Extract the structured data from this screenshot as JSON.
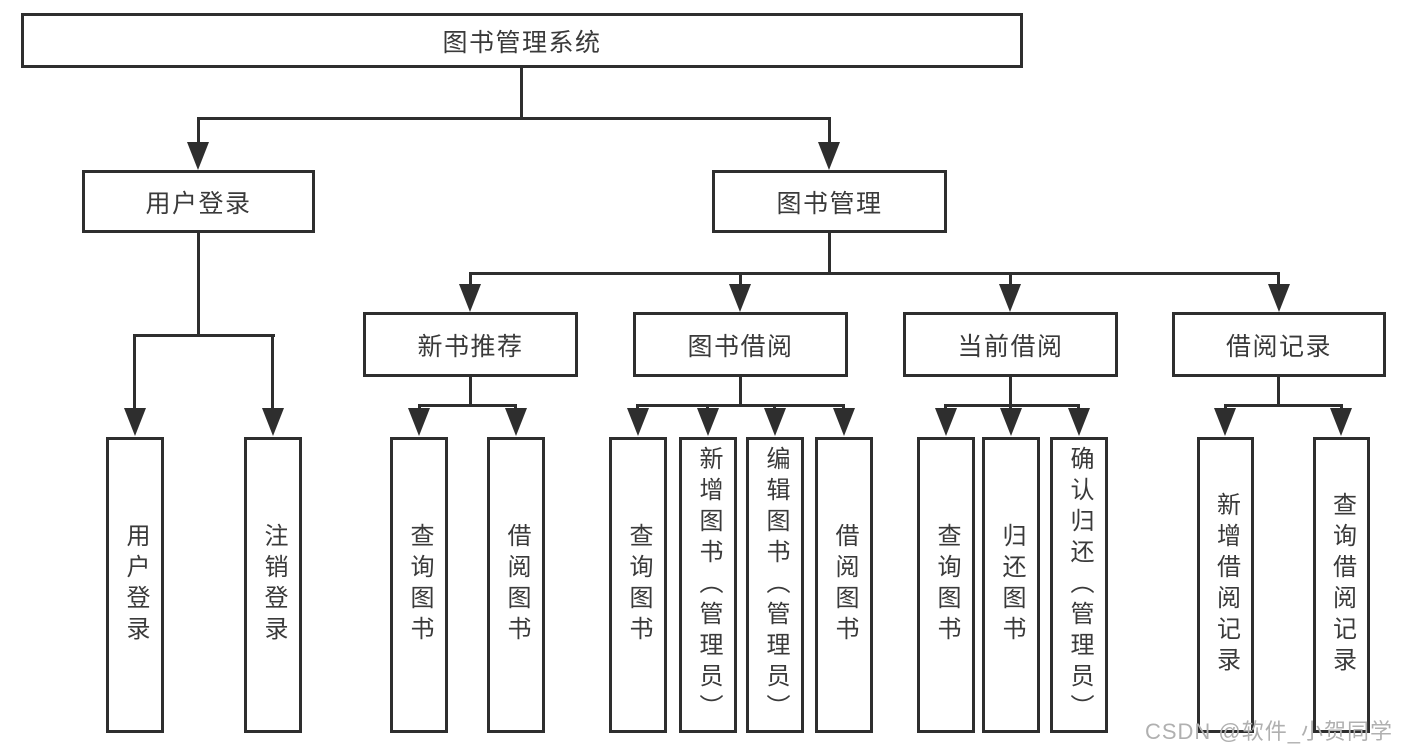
{
  "colors": {
    "line": "#2e2e2e",
    "node_border": "#2e2e2e",
    "node_text": "#3a3a3a",
    "background": "#ffffff",
    "watermark_text_color": "#b0b0b0"
  },
  "watermark": {
    "text": "CSDN @软件_小贺同学"
  },
  "tree": {
    "root": {
      "label": "图书管理系统",
      "children": [
        {
          "label": "用户登录",
          "children": [
            {
              "label": "用户登录"
            },
            {
              "label": "注销登录"
            }
          ]
        },
        {
          "label": "图书管理",
          "children": [
            {
              "label": "新书推荐",
              "children": [
                {
                  "label": "查询图书"
                },
                {
                  "label": "借阅图书"
                }
              ]
            },
            {
              "label": "图书借阅",
              "children": [
                {
                  "label": "查询图书"
                },
                {
                  "label": "新增图书（管理员）"
                },
                {
                  "label": "编辑图书（管理员）"
                },
                {
                  "label": "借阅图书"
                }
              ]
            },
            {
              "label": "当前借阅",
              "children": [
                {
                  "label": "查询图书"
                },
                {
                  "label": "归还图书"
                },
                {
                  "label": "确认归还（管理员）"
                }
              ]
            },
            {
              "label": "借阅记录",
              "children": [
                {
                  "label": "新增借阅记录"
                },
                {
                  "label": "查询借阅记录"
                }
              ]
            }
          ]
        }
      ]
    }
  }
}
